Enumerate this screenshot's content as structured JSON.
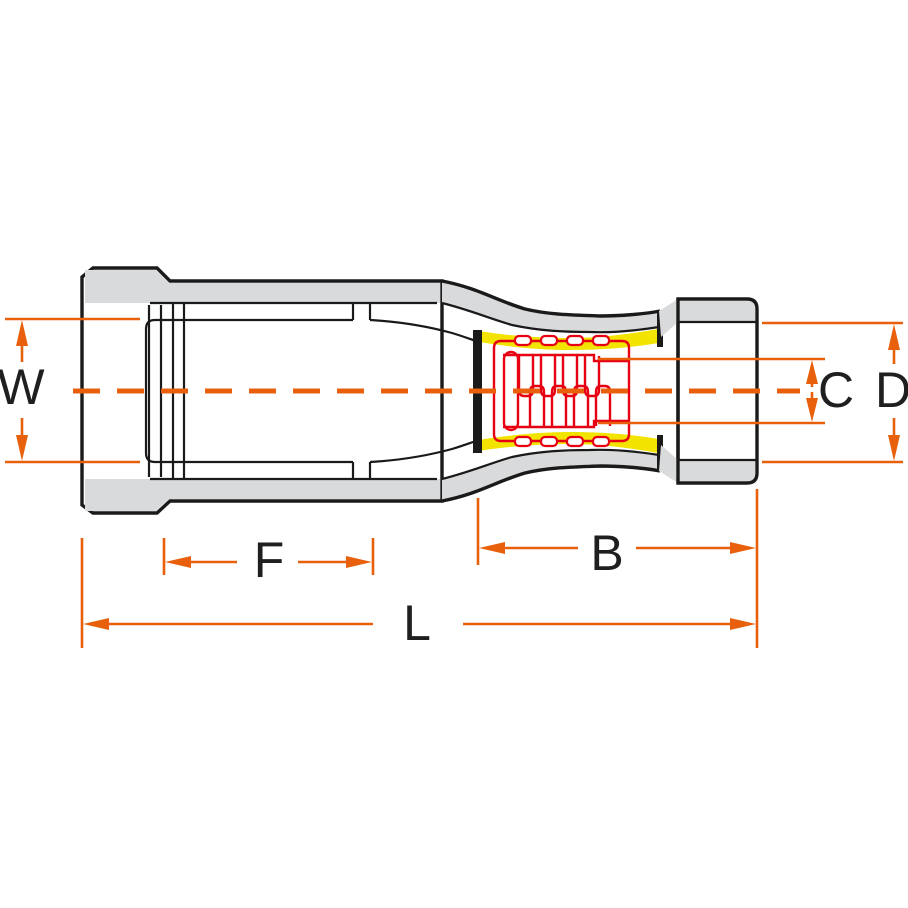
{
  "diagram": {
    "labels": {
      "w": "W",
      "c": "C",
      "d": "D",
      "f": "F",
      "b": "B",
      "l": "L"
    },
    "colors": {
      "dimension": "#E8600C",
      "serration_red": "#E60012",
      "insulation_yellow": "#F2E300",
      "body_gray": "#D9DADB",
      "outline_black": "#1A1A1A",
      "label_text": "#1F1F1F",
      "background": "#FFFFFF"
    }
  }
}
